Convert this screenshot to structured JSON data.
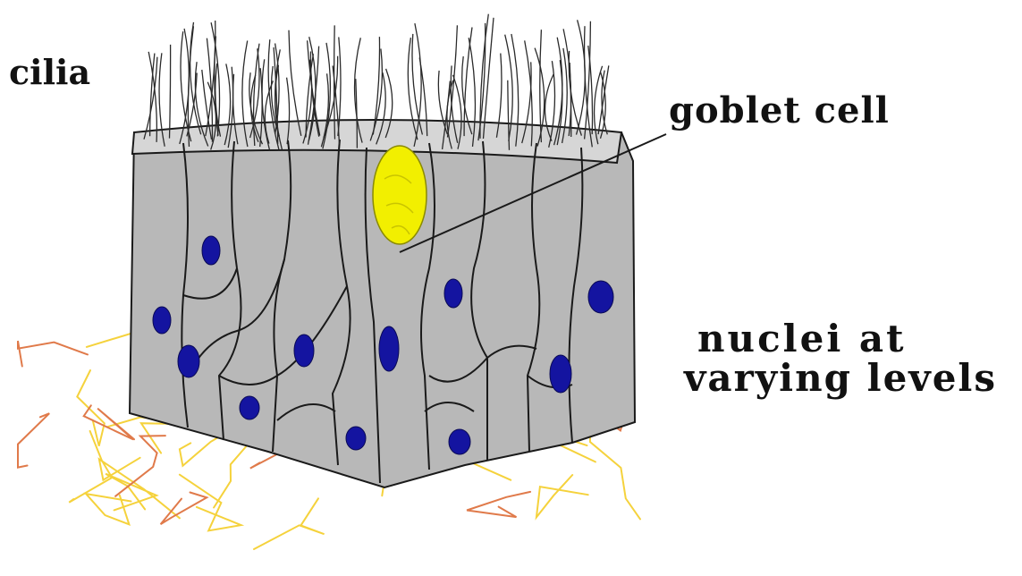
{
  "labels": {
    "cilia": "cilia",
    "goblet_cell": "goblet cell",
    "nuclei_line1": "nuclei at",
    "nuclei_line2": "varying levels"
  },
  "colors": {
    "cell_fill": "#b8b8b8",
    "cell_top": "#d6d6d6",
    "outline": "#1a1a1a",
    "goblet": "#f2ef00",
    "nucleus": "#1414a0",
    "fibers_yellow": "#f5d23c",
    "fibers_orange": "#e07a4a"
  }
}
